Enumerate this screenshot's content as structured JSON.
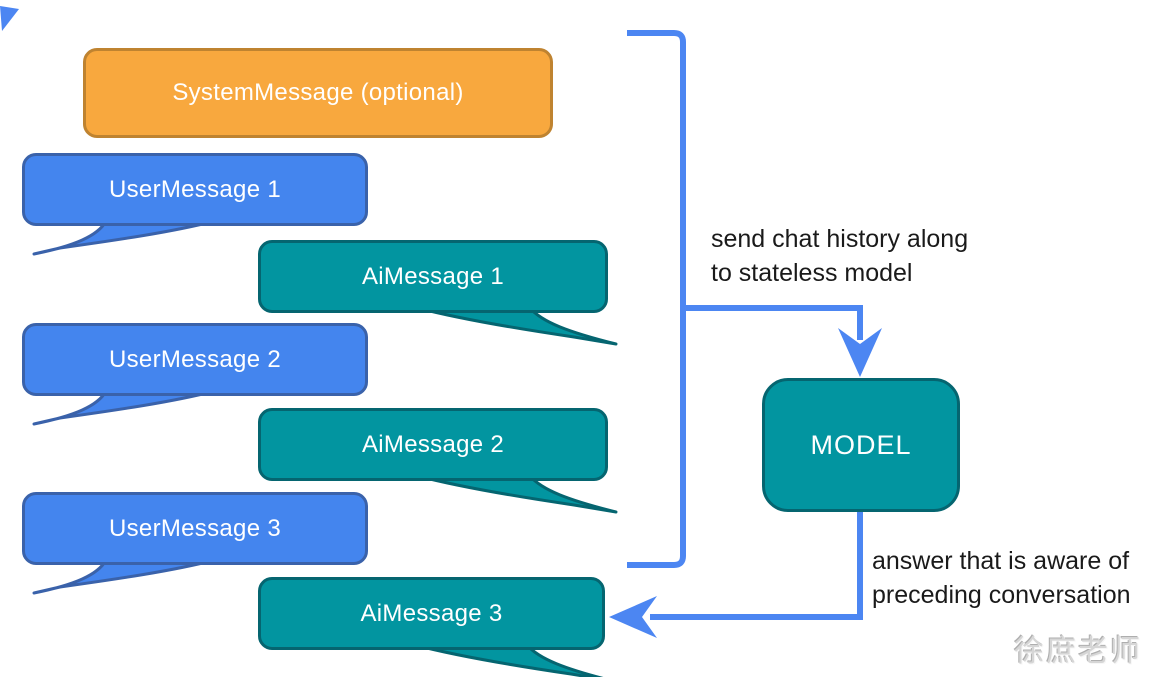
{
  "messages": [
    {
      "id": "system",
      "type": "system",
      "label": "SystemMessage (optional)"
    },
    {
      "id": "user1",
      "type": "user",
      "label": "UserMessage 1"
    },
    {
      "id": "ai1",
      "type": "ai",
      "label": "AiMessage 1"
    },
    {
      "id": "user2",
      "type": "user",
      "label": "UserMessage 2"
    },
    {
      "id": "ai2",
      "type": "ai",
      "label": "AiMessage 2"
    },
    {
      "id": "user3",
      "type": "user",
      "label": "UserMessage 3"
    },
    {
      "id": "ai3",
      "type": "ai",
      "label": "AiMessage 3"
    }
  ],
  "model": {
    "label": "MODEL"
  },
  "annotations": {
    "send_chat": {
      "line1": "send chat history along",
      "line2": "to stateless model"
    },
    "answer": {
      "line1": "answer that is aware of",
      "line2": "preceding conversation"
    }
  },
  "watermark": {
    "text": "徐庶老师"
  },
  "colors": {
    "system_fill": "#f8a83e",
    "system_border": "#bf8330",
    "user_fill": "#4485ee",
    "user_border": "#3a62aa",
    "ai_fill": "#0295a0",
    "ai_border": "#056570",
    "connector": "#4c86f2",
    "bubble_text": "#ffffff",
    "annotation_text": "#1a1a1a",
    "watermark_text": "#d6d6d6"
  }
}
